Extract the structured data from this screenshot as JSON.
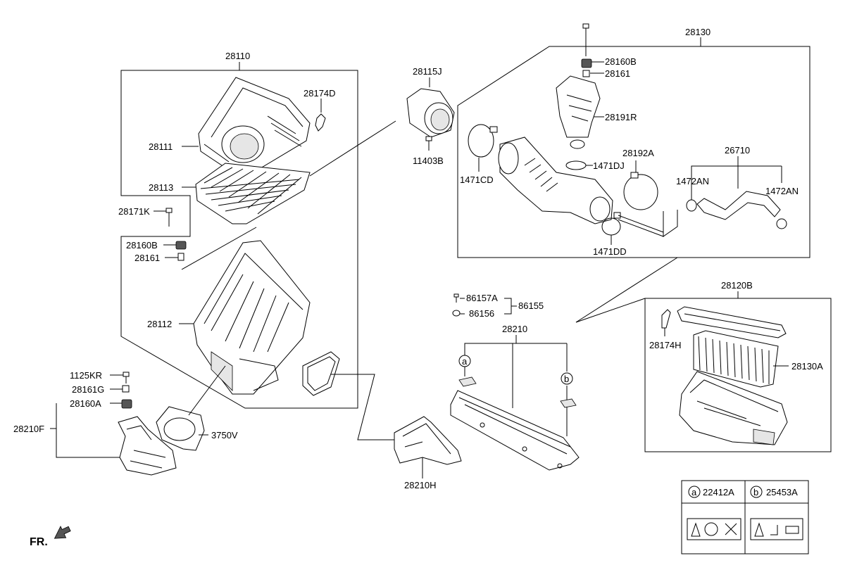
{
  "labels": {
    "p28110": "28110",
    "p28174D": "28174D",
    "p28111": "28111",
    "p28113": "28113",
    "p28171K": "28171K",
    "p28160B_l": "28160B",
    "p28161_l": "28161",
    "p28112": "28112",
    "p1125KR": "1125KR",
    "p28161G": "28161G",
    "p28160A": "28160A",
    "p28210F": "28210F",
    "p3750V": "3750V",
    "p28115J": "28115J",
    "p11403B": "11403B",
    "p28130": "28130",
    "p28160B_r": "28160B",
    "p28161_r": "28161",
    "p28191R": "28191R",
    "p1471DJ": "1471DJ",
    "p1471CD": "1471CD",
    "p28192A": "28192A",
    "p26710": "26710",
    "p1472AN_l": "1472AN",
    "p1472AN_r": "1472AN",
    "p1471DD": "1471DD",
    "p86157A": "86157A",
    "p86156": "86156",
    "p86155": "86155",
    "p28210": "28210",
    "p28210H": "28210H",
    "p28120B": "28120B",
    "p28174H": "28174H",
    "p28130A": "28130A",
    "callout_a": "a",
    "callout_b": "b",
    "front": "FR."
  },
  "legend": {
    "a_key": "a",
    "a_part": "22412A",
    "b_key": "b",
    "b_part": "25453A"
  },
  "icons": [
    "warning-label-icon",
    "engine-label-icon",
    "battery-label-icon",
    "front-arrow-icon"
  ]
}
